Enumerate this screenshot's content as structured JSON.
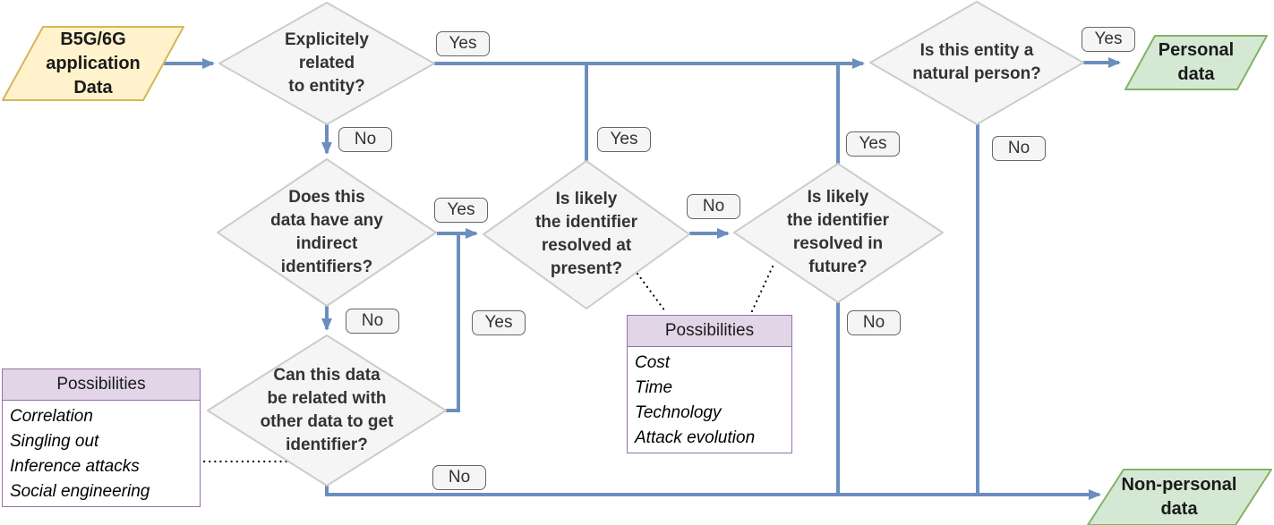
{
  "colors": {
    "line-blue": "#6C8EBF",
    "diamond-fill": "#F5F5F5",
    "diamond-stroke": "#CCCCCC",
    "start-fill": "#FFF2CC",
    "start-stroke": "#D6B656",
    "result-fill": "#D5E8D4",
    "result-stroke": "#82B366",
    "purple-fill": "#E1D5E7",
    "purple-stroke": "#9673A6",
    "label-fill": "#F5F5F5",
    "label-stroke": "#666666",
    "text-dark": "#333333"
  },
  "nodes": {
    "start": {
      "label": "B5G/6G\napplication\nData"
    },
    "explicit": {
      "label": "Explicitely\nrelated\nto entity?"
    },
    "indirect": {
      "label": "Does this\ndata have any\nindirect\nidentifiers?"
    },
    "resolved_present": {
      "label": "Is likely\nthe identifier\nresolved at\npresent?"
    },
    "resolved_future": {
      "label": "Is likely\nthe identifier\nresolved in\nfuture?"
    },
    "related_other": {
      "label": "Can this data\nbe related with\nother data to get\nidentifier?"
    },
    "natural_person": {
      "label": "Is this entity a\nnatural person?"
    },
    "personal": {
      "label": "Personal\ndata"
    },
    "non_personal": {
      "label": "Non-personal\ndata"
    }
  },
  "edge_labels": {
    "explicit_yes": "Yes",
    "explicit_no": "No",
    "indirect_yes": "Yes",
    "indirect_no": "No",
    "present_yes": "Yes",
    "present_no": "No",
    "future_yes": "Yes",
    "future_no": "No",
    "related_yes": "Yes",
    "related_no": "No",
    "person_yes": "Yes",
    "person_no": "No"
  },
  "possibilities_left": {
    "title": "Possibilities",
    "items": [
      "Correlation",
      "Singling out",
      "Inference attacks",
      "Social engineering"
    ]
  },
  "possibilities_mid": {
    "title": "Possibilities",
    "items": [
      "Cost",
      "Time",
      "Technology",
      "Attack evolution"
    ]
  }
}
